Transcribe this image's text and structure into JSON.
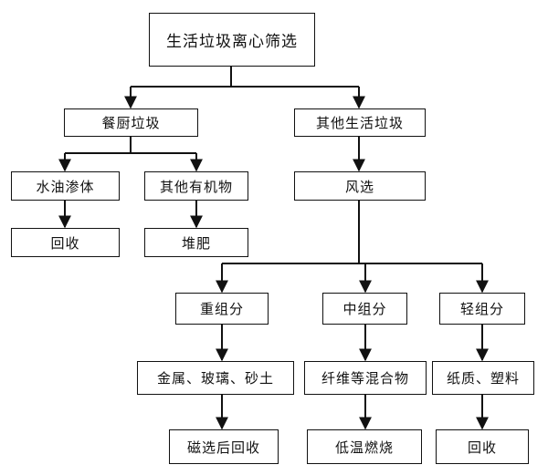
{
  "diagram": {
    "root": "生活垃圾离心筛选",
    "branch_a": {
      "label": "餐厨垃圾",
      "children": [
        {
          "label": "水油渗体",
          "result": "回收"
        },
        {
          "label": "其他有机物",
          "result": "堆肥"
        }
      ]
    },
    "branch_b": {
      "label": "其他生活垃圾",
      "step": "风选",
      "components": [
        {
          "label": "重组分",
          "content": "金属、玻璃、砂土",
          "result": "磁选后回收"
        },
        {
          "label": "中组分",
          "content": "纤维等混合物",
          "result": "低温燃烧"
        },
        {
          "label": "轻组分",
          "content": "纸质、塑料",
          "result": "回收"
        }
      ]
    }
  }
}
